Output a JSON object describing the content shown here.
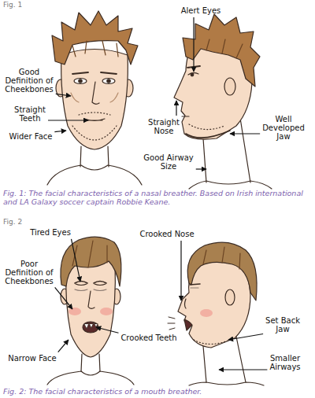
{
  "diagram": {
    "labels": [
      "Fig. 1",
      "Alert Eyes",
      "Good Definition of Cheekbones",
      "Straight Teeth",
      "Wider Face",
      "Straight Nose",
      "Well Developed Jaw",
      "Good Airway Size",
      "Fig. 1: The facial characteristics of a nasal breather. Based on Irish international and LA Galaxy soccer captain Robbie Keane.",
      "Fig. 2",
      "Tired Eyes",
      "Crooked Nose",
      "Poor Definition of Cheekbones",
      "Crooked Teeth",
      "Narrow Face",
      "Set Back Jaw",
      "Smaller Airways",
      "Fig. 2: The facial characteristics of a mouth breather."
    ]
  }
}
